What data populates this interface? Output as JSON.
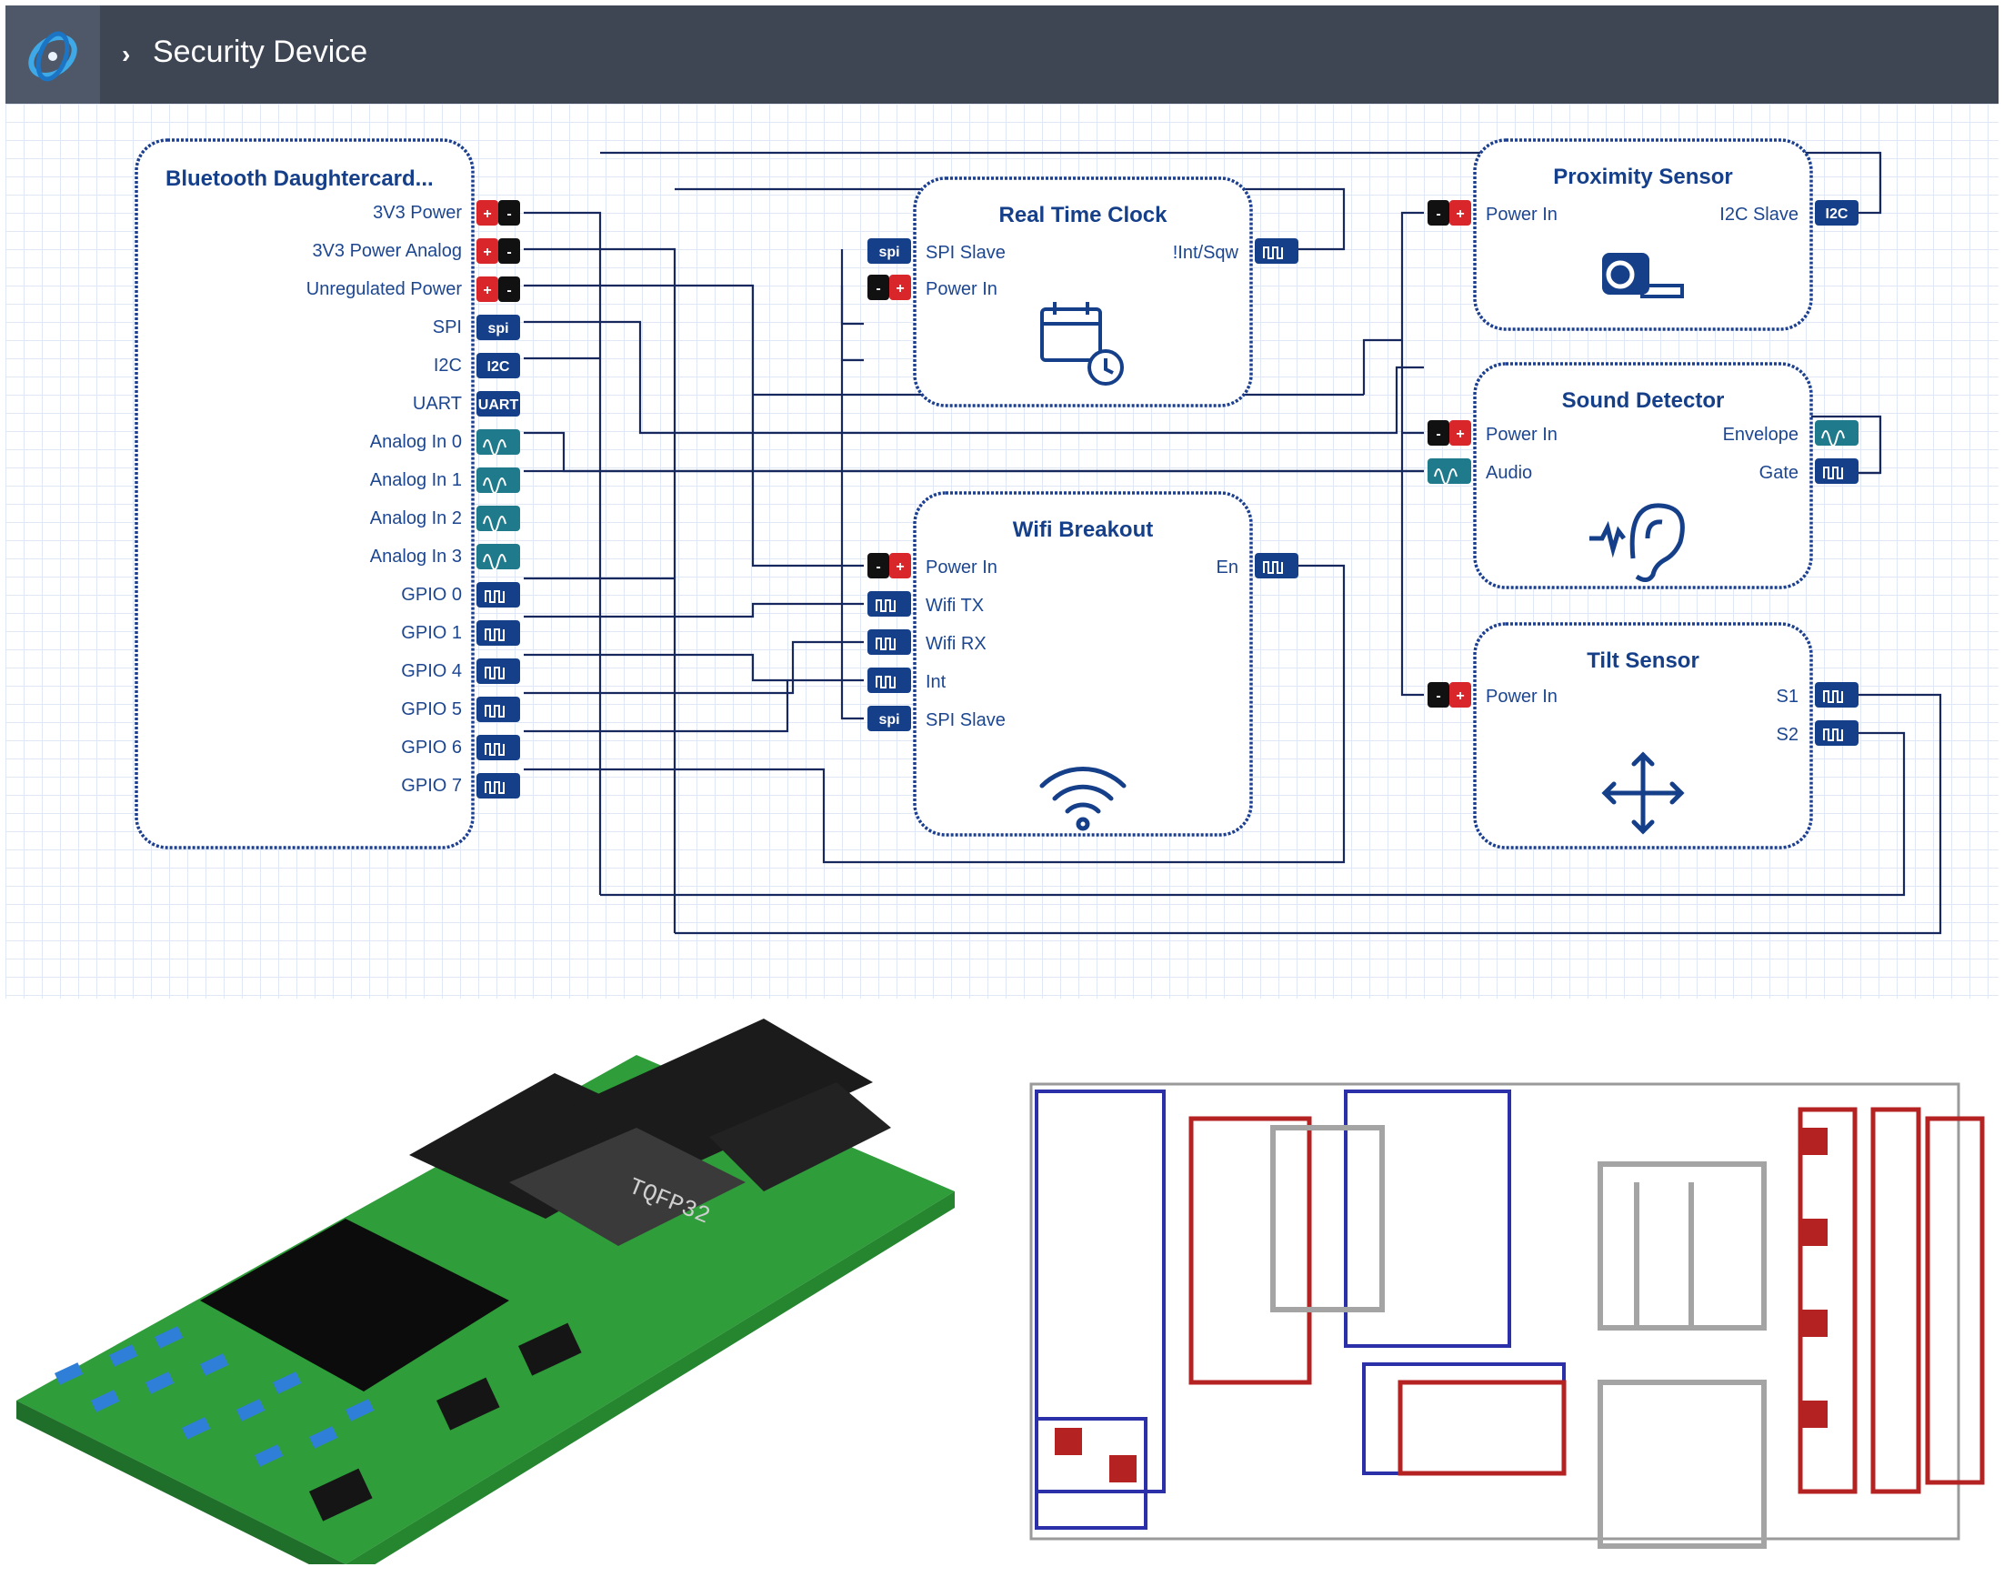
{
  "header": {
    "title": "Security Device",
    "chevron_icon": "chevron-right-icon",
    "logo_icon": "swirl-logo-icon",
    "bg": "#3e4654"
  },
  "blocks": {
    "bluetooth": {
      "title": "Bluetooth Daughtercard...",
      "pins": [
        "3V3 Power",
        "3V3 Power Analog",
        "Unregulated Power",
        "SPI",
        "I2C",
        "UART",
        "Analog In 0",
        "Analog In 1",
        "Analog In 2",
        "Analog In 3",
        "GPIO 0",
        "GPIO 1",
        "GPIO 4",
        "GPIO 5",
        "GPIO 6",
        "GPIO 7"
      ]
    },
    "rtc": {
      "title": "Real Time Clock",
      "left_pins": [
        "SPI Slave",
        "Power In"
      ],
      "right_pins": [
        "!Int/Sqw"
      ],
      "icon": "calendar-clock-icon"
    },
    "wifi": {
      "title": "Wifi Breakout",
      "left_pins": [
        "Power In",
        "Wifi TX",
        "Wifi RX",
        "Int",
        "SPI Slave"
      ],
      "right_pins": [
        "En"
      ],
      "icon": "wifi-icon"
    },
    "proximity": {
      "title": "Proximity Sensor",
      "left_pins": [
        "Power In"
      ],
      "right_pins": [
        "I2C Slave"
      ],
      "icon": "tape-measure-icon"
    },
    "sound": {
      "title": "Sound Detector",
      "left_pins": [
        "Power In",
        "Audio"
      ],
      "right_pins": [
        "Envelope",
        "Gate"
      ],
      "icon": "ear-icon"
    },
    "tilt": {
      "title": "Tilt Sensor",
      "left_pins": [
        "Power In"
      ],
      "right_pins": [
        "S1",
        "S2"
      ],
      "icon": "move-arrows-icon"
    }
  },
  "tags": {
    "spi": "spi",
    "i2c": "I2C",
    "uart": "UART",
    "plus": "+",
    "minus": "-"
  },
  "pcb3d": {
    "chip_label": "TQFP32"
  },
  "colors": {
    "block_stroke": "#1c3f8f",
    "power_red": "#d8262b",
    "digital_blue": "#163f8a",
    "analog_teal": "#1f7a8c",
    "wire": "#16285e",
    "pcb_green": "#2e9d3a"
  }
}
